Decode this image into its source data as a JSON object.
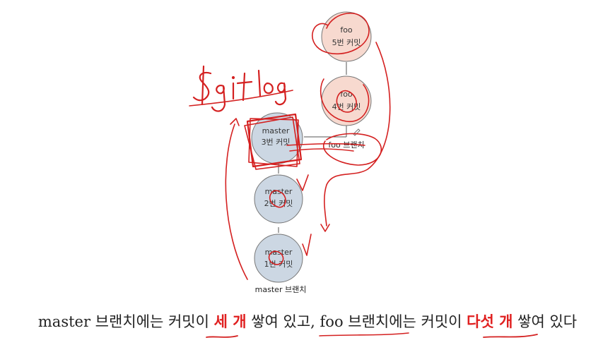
{
  "colors": {
    "master_fill": "#ccd7e3",
    "foo_fill": "#f7d9cf",
    "node_stroke": "#777777",
    "edge": "#555555",
    "ink": "#d42020",
    "highlight": "#e02020"
  },
  "commits": [
    {
      "branch_label": "master",
      "commit_label": "1번 커밋"
    },
    {
      "branch_label": "master",
      "commit_label": "2번 커밋"
    },
    {
      "branch_label": "master",
      "commit_label": "3번 커밋"
    },
    {
      "branch_label": "foo",
      "commit_label": "4번 커밋"
    },
    {
      "branch_label": "foo",
      "commit_label": "5번 커밋"
    }
  ],
  "branch_labels": {
    "master": "master 브랜치",
    "foo": "foo 브랜치"
  },
  "annotation": {
    "handwritten_text": "$git log"
  },
  "caption": {
    "part1": "master 브랜치에는 커밋이 ",
    "highlight1": "세 개",
    "part2": " 쌓여 있고, foo 브랜치에는 커밋이 ",
    "highlight2": "다섯 개",
    "part3": " 쌓여 있다"
  }
}
